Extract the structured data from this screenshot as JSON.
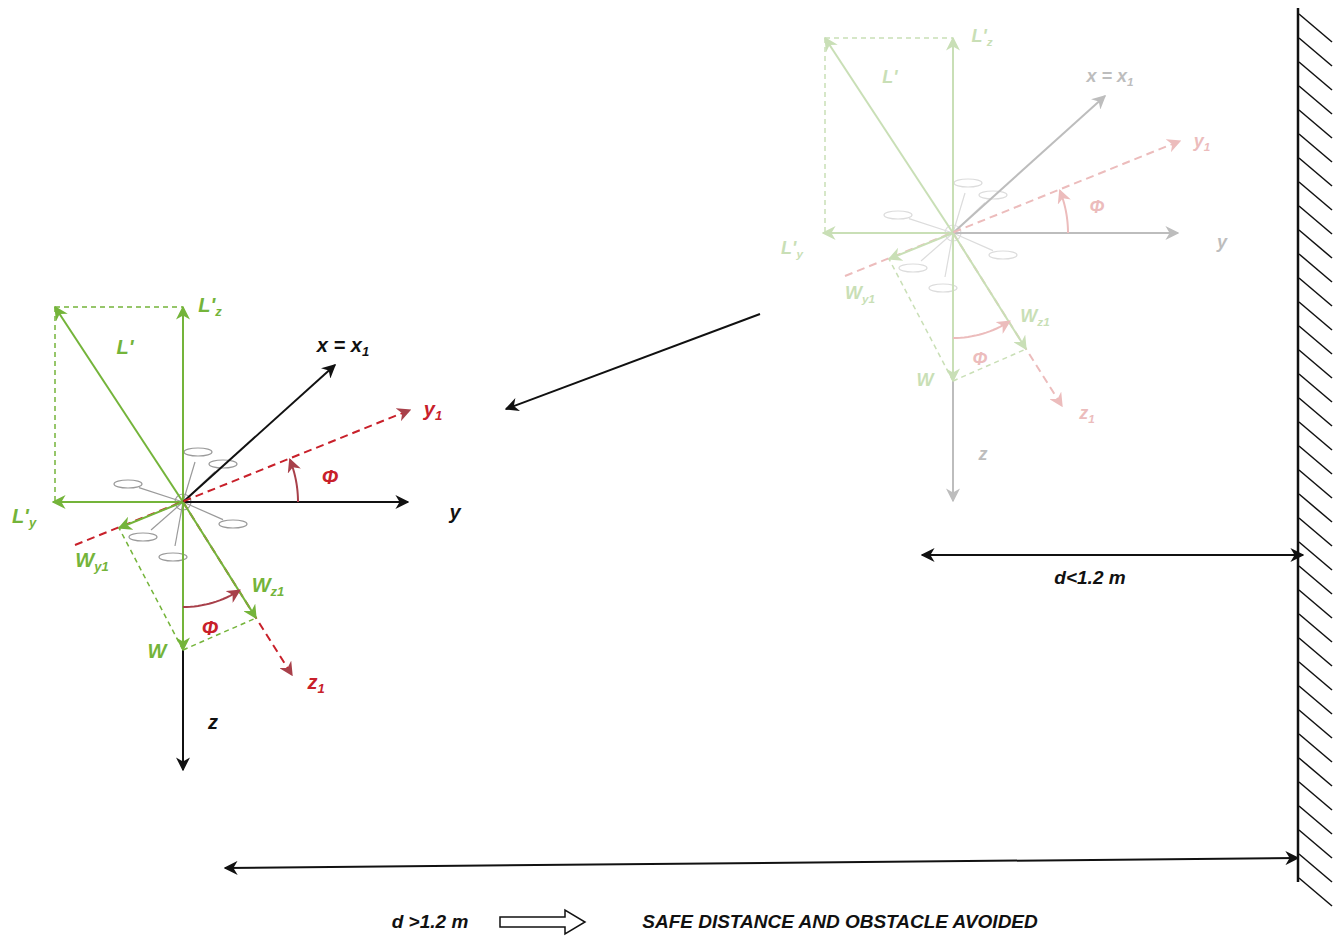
{
  "diagram": {
    "labels": [
      "L'z",
      "L'",
      "x = x1",
      "y1",
      "Φ",
      "y",
      "L'y",
      "Wy1",
      "Wz1",
      "Φ",
      "W",
      "z1",
      "z",
      "L'z",
      "L'",
      "x = x1",
      "y1",
      "Φ",
      "y",
      "L'y",
      "Wy1",
      "Wz1",
      "Φ",
      "W",
      "z1",
      "z",
      "d<1.2 m",
      "d >1.2 m",
      "SAFE DISTANCE AND OBSTACLE AVOIDED"
    ]
  }
}
